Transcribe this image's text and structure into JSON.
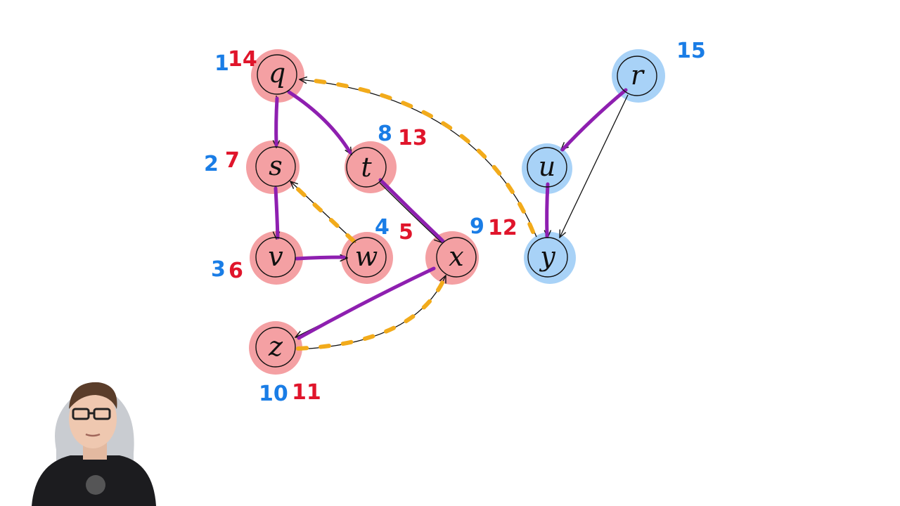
{
  "colors": {
    "red_node": "#f4a0a3",
    "blue_node": "#a8d2f7",
    "tree_edge": "#8e1fb0",
    "back_edge": "#f2ab1b",
    "discovery_time": "#1a7de6",
    "finish_time": "#e0152b",
    "edge_black": "#111111"
  },
  "nodes": [
    {
      "id": "q",
      "label": "q",
      "group": "red",
      "discovery": "1",
      "finish": "14"
    },
    {
      "id": "s",
      "label": "s",
      "group": "red",
      "discovery": "2",
      "finish": "7"
    },
    {
      "id": "t",
      "label": "t",
      "group": "red",
      "discovery": "8",
      "finish": "13"
    },
    {
      "id": "v",
      "label": "v",
      "group": "red",
      "discovery": "3",
      "finish": "6"
    },
    {
      "id": "w",
      "label": "w",
      "group": "red",
      "discovery": "4",
      "finish": "5"
    },
    {
      "id": "x",
      "label": "x",
      "group": "red",
      "discovery": "9",
      "finish": "12"
    },
    {
      "id": "z",
      "label": "z",
      "group": "red",
      "discovery": "10",
      "finish": "11"
    },
    {
      "id": "r",
      "label": "r",
      "group": "blue",
      "discovery": "15",
      "finish": ""
    },
    {
      "id": "u",
      "label": "u",
      "group": "blue",
      "discovery": "",
      "finish": ""
    },
    {
      "id": "y",
      "label": "y",
      "group": "blue",
      "discovery": "",
      "finish": ""
    }
  ],
  "edges": [
    {
      "from": "q",
      "to": "s",
      "kind": "tree"
    },
    {
      "from": "q",
      "to": "t",
      "kind": "tree"
    },
    {
      "from": "s",
      "to": "v",
      "kind": "tree"
    },
    {
      "from": "v",
      "to": "w",
      "kind": "tree"
    },
    {
      "from": "w",
      "to": "s",
      "kind": "back"
    },
    {
      "from": "t",
      "to": "x",
      "kind": "tree"
    },
    {
      "from": "x",
      "to": "z",
      "kind": "tree"
    },
    {
      "from": "z",
      "to": "x",
      "kind": "back"
    },
    {
      "from": "y",
      "to": "q",
      "kind": "back"
    },
    {
      "from": "r",
      "to": "u",
      "kind": "tree"
    },
    {
      "from": "u",
      "to": "y",
      "kind": "tree"
    },
    {
      "from": "r",
      "to": "y",
      "kind": "plain"
    }
  ],
  "webcam": {
    "icon": "presenter-webcam-icon"
  }
}
